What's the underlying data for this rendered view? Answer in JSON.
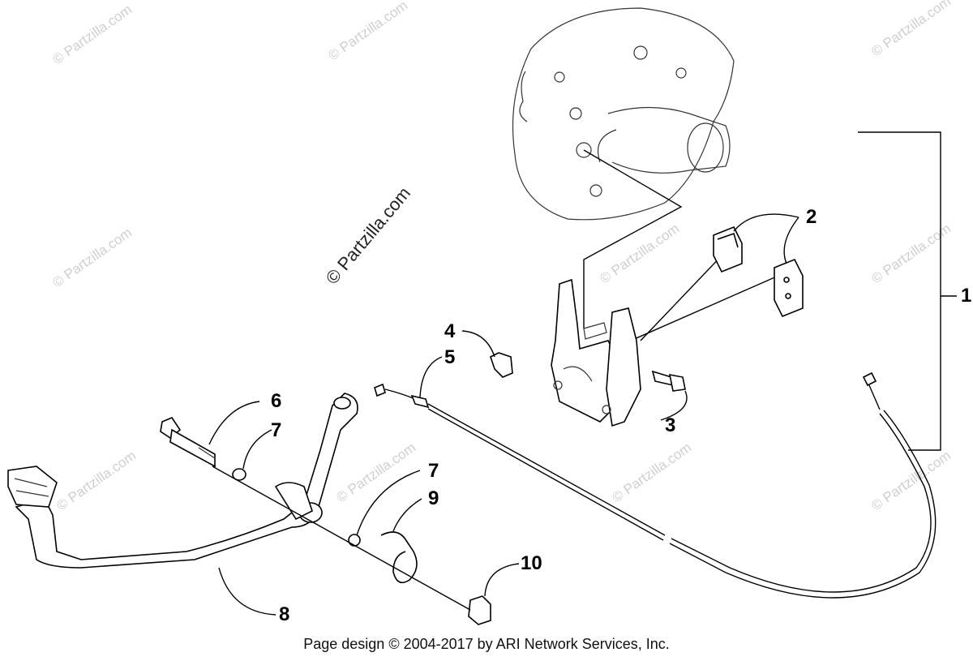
{
  "diagram": {
    "callouts": [
      "1",
      "2",
      "3",
      "4",
      "5",
      "6",
      "7",
      "7",
      "8",
      "9",
      "10"
    ],
    "watermark_center": "© Partzilla.com",
    "watermark_tile": "© Partzilla.com"
  },
  "footer": {
    "copyright": "Page design © 2004-2017 by ARI Network Services, Inc."
  },
  "colors": {
    "background": "#ffffff",
    "line": "#000000",
    "watermark": "#cfcfcf"
  }
}
